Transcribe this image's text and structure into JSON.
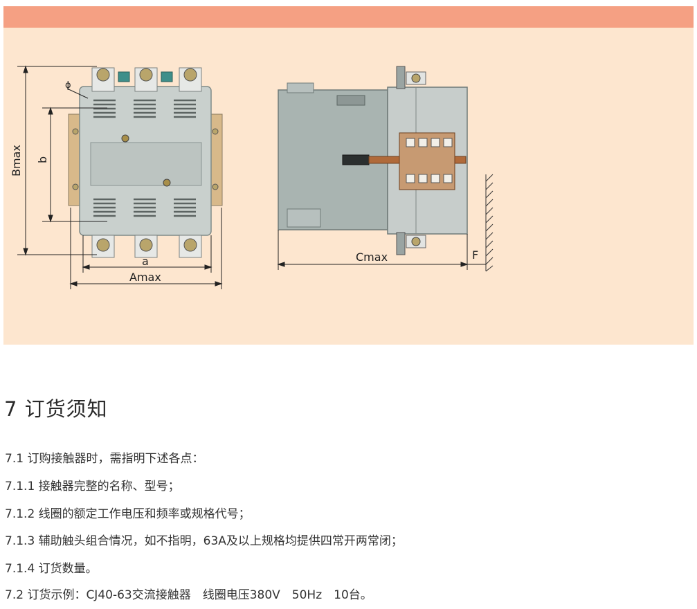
{
  "figure": {
    "labels": {
      "bmax": "Bmax",
      "b": "b",
      "phi": "ϕ",
      "a": "a",
      "amax": "Amax",
      "cmax": "Cmax",
      "f": "F"
    },
    "colors": {
      "banner": "#f5a083",
      "panel": "#fde6cf",
      "housing": "#c9d0cd",
      "side_gray": "#a9b4b1",
      "copper": "#b06a3a"
    }
  },
  "section": {
    "title": "7 订货须知",
    "items": [
      "7.1 订购接触器时，需指明下述各点：",
      "7.1.1 接触器完整的名称、型号；",
      "7.1.2 线圈的额定工作电压和频率或规格代号；",
      "7.1.3 辅助触头组合情况，如不指明，63A及以上规格均提供四常开两常闭；",
      "7.1.4 订货数量。",
      "7.2 订货示例：CJ40-63交流接触器　线圈电压380V　50Hz　10台。"
    ]
  }
}
